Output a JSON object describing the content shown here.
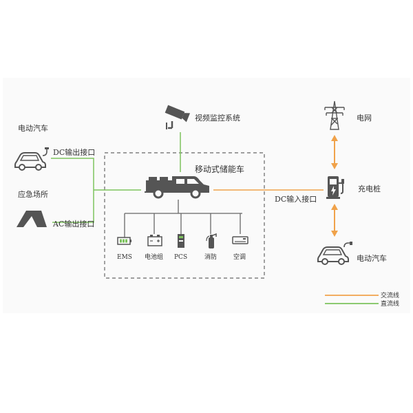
{
  "title": "移动式储能车",
  "labels": {
    "ev_left": "电动汽车",
    "dc_out": "DC输出接口",
    "emergency": "应急场所",
    "ac_out": "AC输出接口",
    "video": "视频监控系统",
    "grid": "电网",
    "charger": "充电桩",
    "dc_in": "DC输入接口",
    "ev_right": "电动汽车"
  },
  "components": [
    {
      "label": "EMS",
      "icon": "battery-indicator-icon"
    },
    {
      "label": "电池组",
      "icon": "battery-pack-icon"
    },
    {
      "label": "PCS",
      "icon": "pcs-cabinet-icon"
    },
    {
      "label": "消防",
      "icon": "fire-extinguisher-icon"
    },
    {
      "label": "空调",
      "icon": "air-conditioner-icon"
    }
  ],
  "legend": [
    {
      "label": "交流线",
      "color": "#f0a24a"
    },
    {
      "label": "直流线",
      "color": "#7cc35c"
    }
  ],
  "colors": {
    "ac": "#f0a24a",
    "dc": "#7cc35c",
    "icon": "#555555"
  }
}
